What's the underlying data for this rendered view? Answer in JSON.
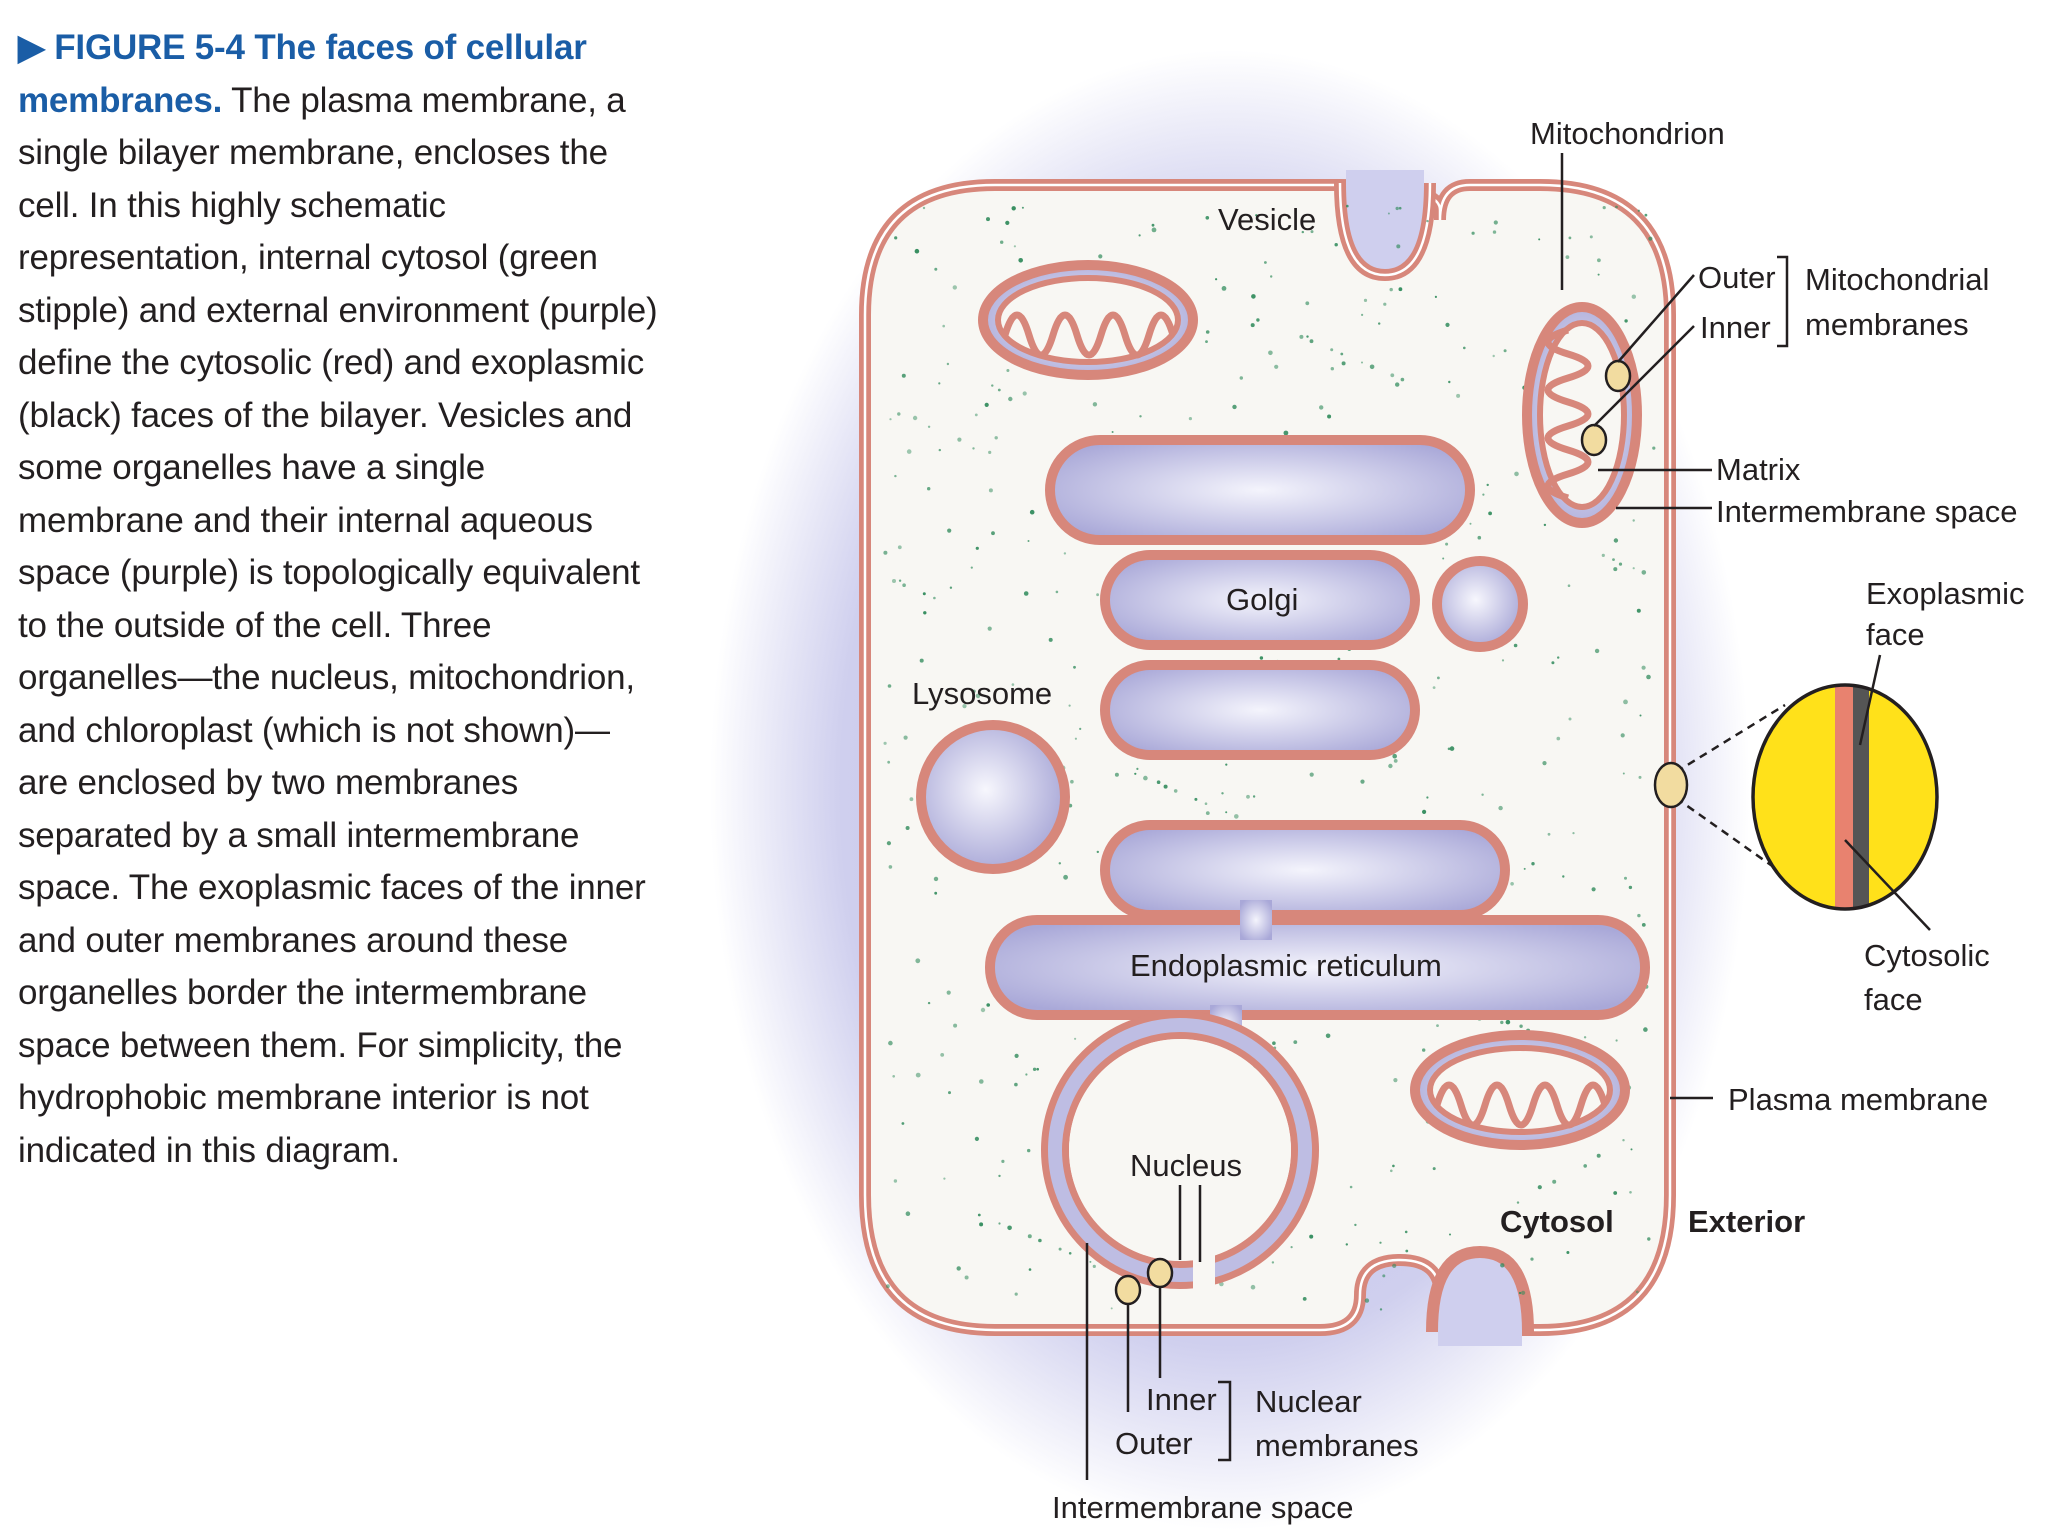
{
  "caption": {
    "figure_label": "▶ FIGURE 5-4",
    "title": "The faces of cellular membranes.",
    "body": "The plasma membrane, a single bilayer membrane, encloses the cell. In this highly schematic representation, internal cytosol (green stipple) and external environment (purple) define the cytosolic (red) and exoplasmic (black) faces of the bilayer. Vesicles and some organelles have a single membrane and their internal aqueous space (purple) is topologically equivalent to the outside of the cell. Three organelles—the nucleus, mitochondrion, and chloroplast (which is not shown)—are enclosed by two membranes separated by a small intermembrane space. The exoplasmic faces of the inner and outer membranes around these organelles border the intermembrane space between them. For simplicity, the hydrophobic membrane interior is not indicated in this diagram."
  },
  "labels": {
    "mitochondrion": "Mitochondrion",
    "vesicle": "Vesicle",
    "outer_mito": "Outer",
    "inner_mito": "Inner",
    "mito_membranes_1": "Mitochondrial",
    "mito_membranes_2": "membranes",
    "matrix": "Matrix",
    "intermembrane_space_mito": "Intermembrane space",
    "golgi": "Golgi",
    "lysosome": "Lysosome",
    "exoplasmic_face_1": "Exoplasmic",
    "exoplasmic_face_2": "face",
    "cytosolic_face_1": "Cytosolic",
    "cytosolic_face_2": "face",
    "endoplasmic_reticulum": "Endoplasmic reticulum",
    "plasma_membrane": "Plasma membrane",
    "nucleus": "Nucleus",
    "cytosol": "Cytosol",
    "exterior": "Exterior",
    "inner_nuc": "Inner",
    "outer_nuc": "Outer",
    "nuclear_membranes_1": "Nuclear",
    "nuclear_membranes_2": "membranes",
    "intermembrane_space_nuc": "Intermembrane space"
  },
  "colors": {
    "exterior_purple": "#c9c9ea",
    "cytosol": "#f8f7f3",
    "membrane_red": "#d7877b",
    "organelle_lumen": "#c5c4e6",
    "stipple_green": "#2f8a5a",
    "yellow": "#ffe11a",
    "caption_blue": "#1a5da6"
  }
}
